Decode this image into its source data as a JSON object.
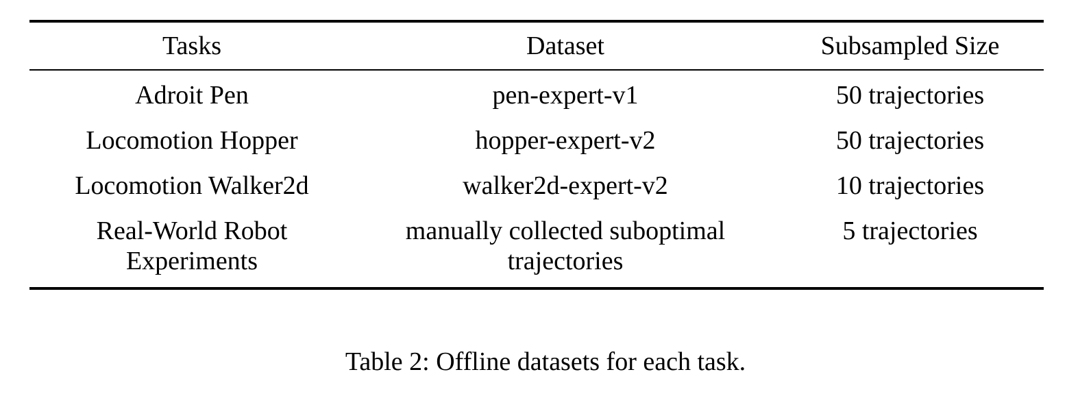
{
  "table": {
    "headers": [
      "Tasks",
      "Dataset",
      "Subsampled Size"
    ],
    "rows": [
      {
        "task": [
          "Adroit Pen"
        ],
        "dataset": [
          "pen-expert-v1"
        ],
        "size": "50 trajectories"
      },
      {
        "task": [
          "Locomotion Hopper"
        ],
        "dataset": [
          "hopper-expert-v2"
        ],
        "size": "50 trajectories"
      },
      {
        "task": [
          "Locomotion Walker2d"
        ],
        "dataset": [
          "walker2d-expert-v2"
        ],
        "size": "10 trajectories"
      },
      {
        "task": [
          "Real-World Robot",
          "Experiments"
        ],
        "dataset": [
          "manually collected suboptimal",
          "trajectories"
        ],
        "size": "5 trajectories"
      }
    ]
  },
  "caption": "Table 2: Offline datasets for each task."
}
